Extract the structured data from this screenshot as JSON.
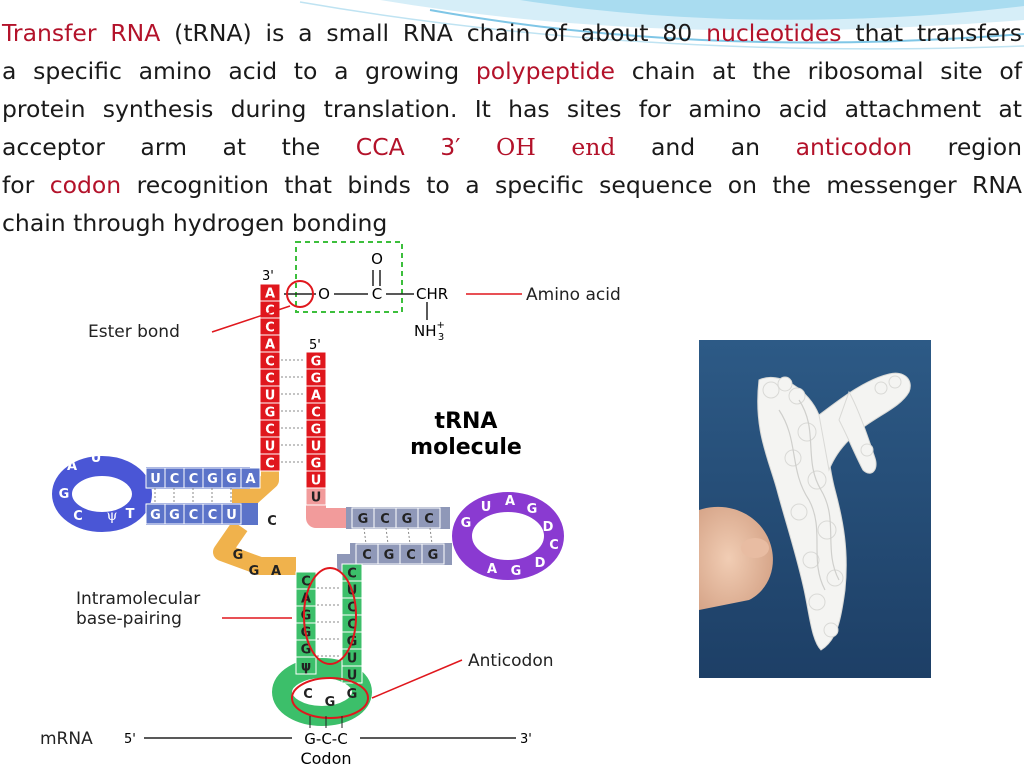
{
  "paragraph": {
    "l1_a": "Transfer RNA",
    "l1_b": " (tRNA) is a small RNA chain of about 80 ",
    "l1_c": "nucleotides",
    "l1_d": " that transfers",
    "l2_a": "a specific amino acid to a growing ",
    "l2_b": "polypeptide",
    "l2_c": " chain at the ribosomal site of",
    "l3": "protein synthesis during translation. It has sites for amino acid attachment at",
    "l4_a": "acceptor arm  at the ",
    "l4_b": "CCA 3′",
    "l4_c": " OH end",
    "l4_d": " and an ",
    "l4_e": "anticodon",
    "l4_f": " region",
    "l5_a": "for ",
    "l5_b": "codon",
    "l5_c": " recognition that binds to a specific sequence on the messenger RNA",
    "l6": "chain through hydrogen bonding"
  },
  "diagram": {
    "prime3": "3'",
    "prime5": "5'",
    "title_line1": "tRNA",
    "title_line2": "molecule",
    "amino_acid_label": "Amino acid",
    "ester_label": "Ester bond",
    "o_top": "O",
    "o_link": "O",
    "c_link": "C",
    "chr": "CHR",
    "nh3": "NH",
    "nh3_sup": "+",
    "nh3_sub": "3",
    "intra_line1": "Intramolecular",
    "intra_line2": "base-pairing",
    "anticodon_label": "Anticodon",
    "mrna_label": "mRNA",
    "mrna_5": "5'",
    "mrna_3": "3'",
    "codon_seq": "G-C-C",
    "codon_label": "Codon",
    "acceptor_left": [
      "A",
      "C",
      "C",
      "A",
      "C",
      "C",
      "U",
      "G",
      "C",
      "U",
      "C"
    ],
    "acceptor_right": [
      "G",
      "G",
      "A",
      "C",
      "G",
      "U",
      "G",
      "U"
    ],
    "d_stem_top": [
      "U",
      "C",
      "C",
      "G",
      "G",
      "A"
    ],
    "d_stem_bottom": [
      "G",
      "G",
      "C",
      "C",
      "U"
    ],
    "d_loop": [
      "A",
      "U",
      "G",
      "C"
    ],
    "psi": "ψ",
    "t_label": "T",
    "t_stem_top": [
      "G",
      "C",
      "G",
      "C"
    ],
    "t_stem_bottom": [
      "C",
      "G",
      "C",
      "G"
    ],
    "t_loop": [
      "G",
      "U",
      "A",
      "G",
      "D",
      "C",
      "D",
      "G",
      "A"
    ],
    "variable": [
      "C",
      "G",
      "G",
      "A"
    ],
    "anticodon_left": [
      "C",
      "A",
      "G",
      "G",
      "G",
      "ψ"
    ],
    "anticodon_right": [
      "C",
      "U",
      "C",
      "C",
      "G",
      "U",
      "U"
    ],
    "anticodon_loop": [
      "C",
      "G",
      "G"
    ],
    "colors": {
      "acceptor": "#e0171d",
      "d_arm": "#5b73c9",
      "d_loop": "#4a56d6",
      "t_arm": "#8f98b8",
      "t_loop": "#8a3ad1",
      "variable": "#f0b24c",
      "anticodon": "#3cbf6a",
      "linker": "#f29b9b"
    }
  },
  "photo": {
    "alt": "3D printed tRNA model held in a hand"
  }
}
